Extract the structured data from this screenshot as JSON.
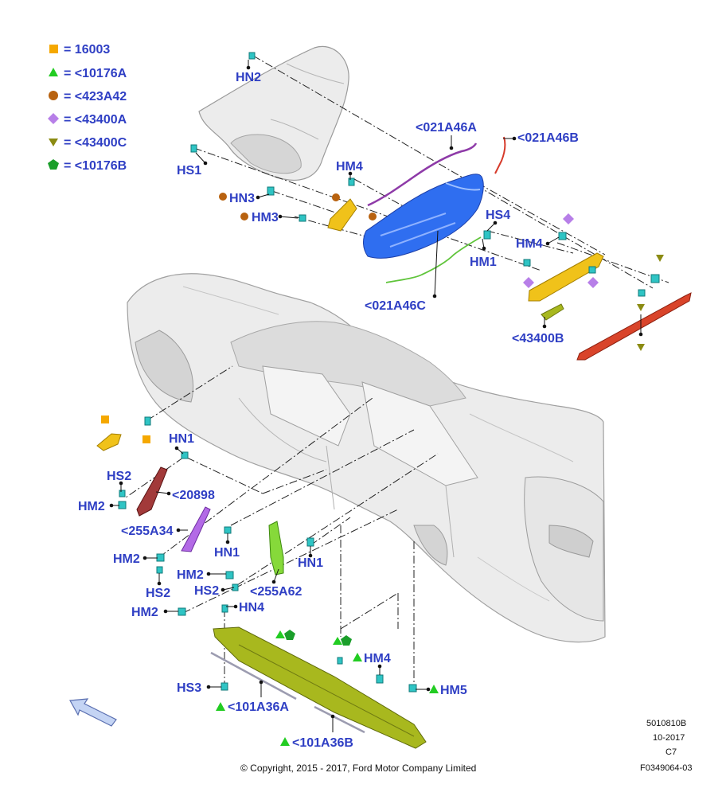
{
  "legend": [
    {
      "shape": "square",
      "color": "#f5a800",
      "text": "= 16003"
    },
    {
      "shape": "triangle",
      "color": "#22cc22",
      "text": "= <10176A"
    },
    {
      "shape": "circle",
      "color": "#b8620f",
      "text": "= <423A42"
    },
    {
      "shape": "diamond",
      "color": "#b77fe8",
      "text": "= <43400A"
    },
    {
      "shape": "triangle-down",
      "color": "#8b8b12",
      "text": "= <43400C"
    },
    {
      "shape": "pentagon",
      "color": "#1a9e2a",
      "text": "= <10176B"
    }
  ],
  "callouts": {
    "hn2_top": "HN2",
    "hs1": "HS1",
    "hn3": "HN3",
    "hm3": "HM3",
    "hm4_top": "HM4",
    "p021a46a": "<021A46A",
    "p021a46b": "<021A46B",
    "hs4": "HS4",
    "hm1": "HM1",
    "p021a46c": "<021A46C",
    "hm4_right": "HM4",
    "p43400b": "<43400B",
    "hn1_a": "HN1",
    "hs2_a": "HS2",
    "hm2_a": "HM2",
    "p20898": "<20898",
    "p255a34": "<255A34",
    "hm2_b": "HM2",
    "hn1_b": "HN1",
    "hs2_b": "HS2",
    "hm2_c": "HM2",
    "hs2_c": "HS2",
    "hn1_c": "HN1",
    "p255a62": "<255A62",
    "hm2_d": "HM2",
    "hn4": "HN4",
    "hm4_bottom": "HM4",
    "hs3": "HS3",
    "hm5": "HM5",
    "p101a36a": "<101A36A",
    "p101a36b": "<101A36B"
  },
  "meta": {
    "code": "5010810B",
    "date": "10-2017",
    "rev": "C7",
    "figure": "F0349064-03"
  },
  "copyright": "© Copyright, 2015 - 2017, Ford Motor Company Limited",
  "colors": {
    "label": "#2f3fc4",
    "body_grey": "#e2e2e2",
    "bin_blue": "#2f6ef0",
    "yellow_part": "#f0c21a",
    "red_part": "#d9442a",
    "maroon_part": "#a23a3a",
    "purple_part": "#b36ae6",
    "green_part": "#86d93a",
    "olive_part": "#a8b81e",
    "clip_cyan": "#2fc4c4"
  }
}
